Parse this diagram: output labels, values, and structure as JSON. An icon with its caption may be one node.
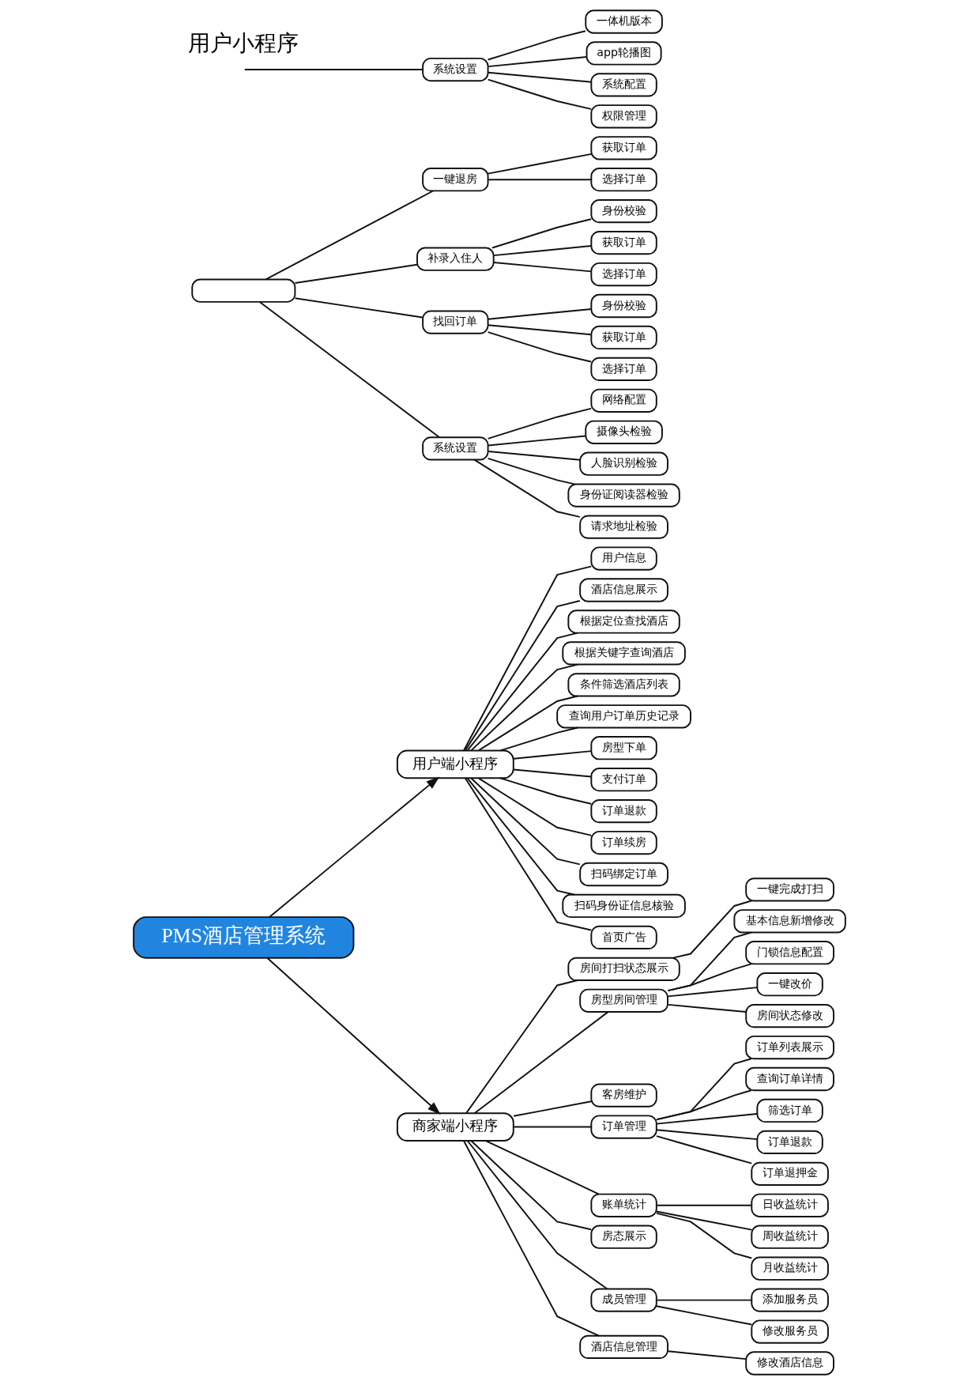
{
  "diagram": {
    "nodes": [
      {
        "text": [
          "PMS酒店管理系统"
        ]
      },
      {
        "text": [],
        "shape": "box"
      },
      {
        "text": [
          "一键退房"
        ]
      },
      {
        "text": [
          "获取订单"
        ]
      },
      {
        "text": [
          "选择订单"
        ]
      },
      {
        "text": [
          "补录入住人"
        ]
      },
      {
        "text": [
          "身份校验"
        ]
      },
      {
        "text": [
          "获取订单"
        ]
      },
      {
        "text": [
          "选择订单"
        ]
      },
      {
        "text": [
          "找回订单"
        ]
      },
      {
        "text": [
          "身份校验"
        ]
      },
      {
        "text": [
          "获取订单"
        ]
      },
      {
        "text": [
          "选择订单"
        ]
      },
      {
        "text": [
          "系统设置"
        ]
      },
      {
        "text": [
          "网络配置"
        ]
      },
      {
        "text": [
          "摄像头检验"
        ]
      },
      {
        "text": [
          "人脸识别检验"
        ]
      },
      {
        "text": [
          "身份证阅读器检验"
        ]
      },
      {
        "text": [
          "请求地址检验"
        ]
      },
      {
        "text": [
          "系统设置"
        ]
      },
      {
        "text": [
          "一体机版本"
        ]
      },
      {
        "text": [
          "app轮播图"
        ]
      },
      {
        "text": [
          "系统配置"
        ]
      },
      {
        "text": [
          "权限管理"
        ]
      },
      {
        "text": [
          "用户端小程序"
        ]
      },
      {
        "text": [
          "用户信息"
        ]
      },
      {
        "text": [
          "酒店信息展示"
        ]
      },
      {
        "text": [
          "根据定位查找酒店"
        ]
      },
      {
        "text": [
          "根据关键字查询酒店"
        ]
      },
      {
        "text": [
          "条件筛选酒店列表"
        ]
      },
      {
        "text": [
          "查询用户订单历史记录"
        ]
      },
      {
        "text": [
          "房型下单"
        ]
      },
      {
        "text": [
          "支付订单"
        ]
      },
      {
        "text": [
          "订单退款"
        ]
      },
      {
        "text": [
          "订单续房"
        ]
      },
      {
        "text": [
          "扫码绑定订单"
        ]
      },
      {
        "text": [
          "扫码身份证信息核验"
        ]
      },
      {
        "text": [
          "首页广告"
        ]
      },
      {
        "text": [
          "商家端小程序"
        ]
      },
      {
        "text": [
          "房间打扫状态展示"
        ]
      },
      {
        "text": [
          "一键完成打扫"
        ]
      },
      {
        "text": [
          "房型房间管理"
        ]
      },
      {
        "text": [
          "基本信息新增修改"
        ]
      },
      {
        "text": [
          "门锁信息配置"
        ]
      },
      {
        "text": [
          "一键改价"
        ]
      },
      {
        "text": [
          "房间状态修改"
        ]
      },
      {
        "text": [
          "客房维护"
        ]
      },
      {
        "text": [
          "订单管理"
        ]
      },
      {
        "text": [
          "订单列表展示"
        ]
      },
      {
        "text": [
          "查询订单详情"
        ]
      },
      {
        "text": [
          "筛选订单"
        ]
      },
      {
        "text": [
          "订单退款"
        ]
      },
      {
        "text": [
          "订单退押金"
        ]
      },
      {
        "text": [
          "账单统计"
        ]
      },
      {
        "text": [
          "日收益统计"
        ]
      },
      {
        "text": [
          "周收益统计"
        ]
      },
      {
        "text": [
          "月收益统计"
        ]
      },
      {
        "text": [
          "房态展示"
        ]
      },
      {
        "text": [
          "成员管理"
        ]
      },
      {
        "text": [
          "添加服务员"
        ]
      },
      {
        "text": [
          "修改服务员"
        ]
      },
      {
        "text": [
          "酒店信息管理"
        ]
      },
      {
        "text": [
          "修改酒店信息"
        ]
      }
    ],
    "edges": [
      {
        "from": 1,
        "to": 2,
        "arrow": "none"
      },
      {
        "from": 2,
        "to": 3,
        "arrow": "none"
      },
      {
        "from": 2,
        "to": 4,
        "arrow": "none"
      },
      {
        "from": 1,
        "to": 5,
        "arrow": "none"
      },
      {
        "from": 5,
        "to": 6,
        "arrow": "none"
      },
      {
        "from": 5,
        "to": 7,
        "arrow": "none"
      },
      {
        "from": 5,
        "to": 8,
        "arrow": "none"
      },
      {
        "from": 1,
        "to": 9,
        "arrow": "none"
      },
      {
        "from": 9,
        "to": 10,
        "arrow": "none"
      },
      {
        "from": 9,
        "to": 11,
        "arrow": "none"
      },
      {
        "from": 9,
        "to": 12,
        "arrow": "none"
      },
      {
        "from": 1,
        "to": 13,
        "arrow": "none"
      },
      {
        "from": 13,
        "to": 14,
        "arrow": "none"
      },
      {
        "from": 13,
        "to": 15,
        "arrow": "none"
      },
      {
        "from": 13,
        "to": 16,
        "arrow": "none"
      },
      {
        "from": 13,
        "to": 17,
        "arrow": "none"
      },
      {
        "from": 13,
        "to": 18,
        "arrow": "none"
      },
      {
        "from": null,
        "to": 19,
        "arrow": "none"
      },
      {
        "from": 19,
        "to": 20,
        "arrow": "none"
      },
      {
        "from": 19,
        "to": 21,
        "arrow": "none"
      },
      {
        "from": 19,
        "to": 22,
        "arrow": "none"
      },
      {
        "from": 19,
        "to": 23,
        "arrow": "none"
      },
      {
        "from": 0,
        "to": 24,
        "arrow": "to"
      },
      {
        "from": 24,
        "to": 25,
        "arrow": "none"
      },
      {
        "from": 24,
        "to": 26,
        "arrow": "none"
      },
      {
        "from": 24,
        "to": 27,
        "arrow": "none"
      },
      {
        "from": 24,
        "to": 28,
        "arrow": "none"
      },
      {
        "from": 24,
        "to": 29,
        "arrow": "none"
      },
      {
        "from": 24,
        "to": 30,
        "arrow": "none"
      },
      {
        "from": 24,
        "to": 31,
        "arrow": "none"
      },
      {
        "from": 24,
        "to": 32,
        "arrow": "none"
      },
      {
        "from": 24,
        "to": 33,
        "arrow": "none"
      },
      {
        "from": 24,
        "to": 34,
        "arrow": "none"
      },
      {
        "from": 24,
        "to": 35,
        "arrow": "none"
      },
      {
        "from": 24,
        "to": 36,
        "arrow": "none"
      },
      {
        "from": 24,
        "to": 37,
        "arrow": "none"
      },
      {
        "from": 0,
        "to": 38,
        "arrow": "to"
      },
      {
        "from": 38,
        "to": 39,
        "arrow": "none"
      },
      {
        "from": 39,
        "to": 40,
        "arrow": "none"
      },
      {
        "from": 38,
        "to": 41,
        "arrow": "none"
      },
      {
        "from": 41,
        "to": 42,
        "arrow": "none"
      },
      {
        "from": 41,
        "to": 43,
        "arrow": "none"
      },
      {
        "from": 41,
        "to": 44,
        "arrow": "none"
      },
      {
        "from": 41,
        "to": 45,
        "arrow": "none"
      },
      {
        "from": 38,
        "to": 46,
        "arrow": "none"
      },
      {
        "from": 38,
        "to": 47,
        "arrow": "none"
      },
      {
        "from": 47,
        "to": 48,
        "arrow": "none"
      },
      {
        "from": 47,
        "to": 49,
        "arrow": "none"
      },
      {
        "from": 47,
        "to": 50,
        "arrow": "none"
      },
      {
        "from": 47,
        "to": 51,
        "arrow": "none"
      },
      {
        "from": 47,
        "to": 52,
        "arrow": "none"
      },
      {
        "from": 38,
        "to": 53,
        "arrow": "none"
      },
      {
        "from": 53,
        "to": 54,
        "arrow": "none"
      },
      {
        "from": 53,
        "to": 55,
        "arrow": "none"
      },
      {
        "from": 53,
        "to": 56,
        "arrow": "none"
      },
      {
        "from": 38,
        "to": 57,
        "arrow": "none"
      },
      {
        "from": 38,
        "to": 58,
        "arrow": "none"
      },
      {
        "from": 58,
        "to": 59,
        "arrow": "none"
      },
      {
        "from": 58,
        "to": 60,
        "arrow": "none"
      },
      {
        "from": 38,
        "to": 61,
        "arrow": "none"
      },
      {
        "from": 61,
        "to": 62,
        "arrow": "none"
      }
    ],
    "labels": [
      "用户小程序"
    ]
  }
}
